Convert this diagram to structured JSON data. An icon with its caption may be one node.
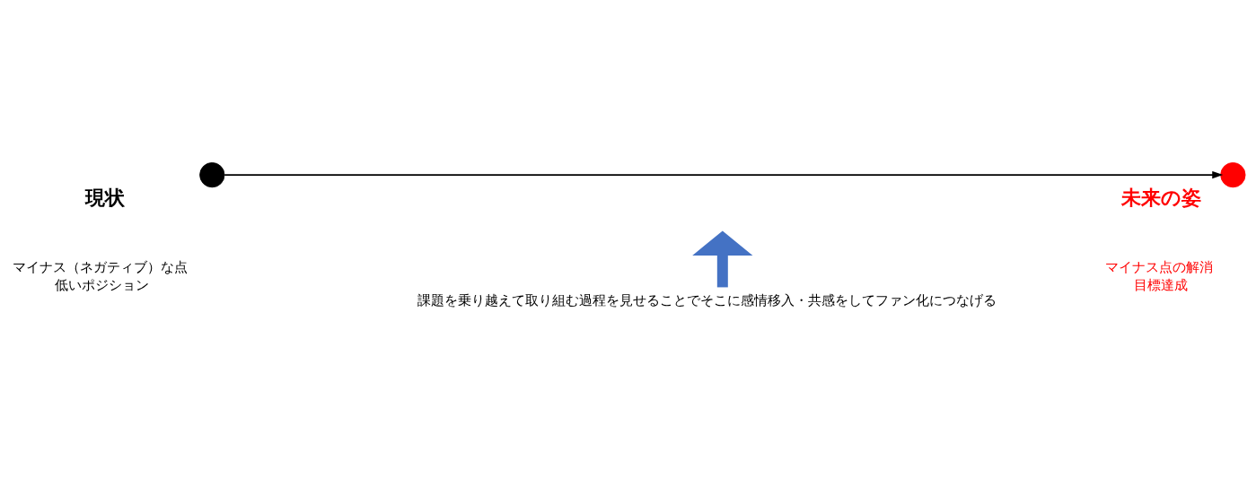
{
  "diagram": {
    "nodes": [
      {
        "text": [
          "現状"
        ],
        "beside": [
          "マイナス（ネガティブ）な点",
          "低いポジション"
        ]
      },
      {
        "text": [
          "未来の姿"
        ],
        "beside": [
          "マイナス点の解消",
          "目標達成"
        ]
      },
      {
        "text": [
          "課題を乗り越えて取り組む過程を見せることでそこに感情移入・共感をしてファン化につなげる"
        ]
      }
    ],
    "edges": [
      {
        "from": 0,
        "to": 1,
        "arrow": "to"
      },
      {
        "from": 2,
        "to": null,
        "arrow": "to",
        "style": "thick",
        "color": "#4472c4"
      }
    ]
  }
}
